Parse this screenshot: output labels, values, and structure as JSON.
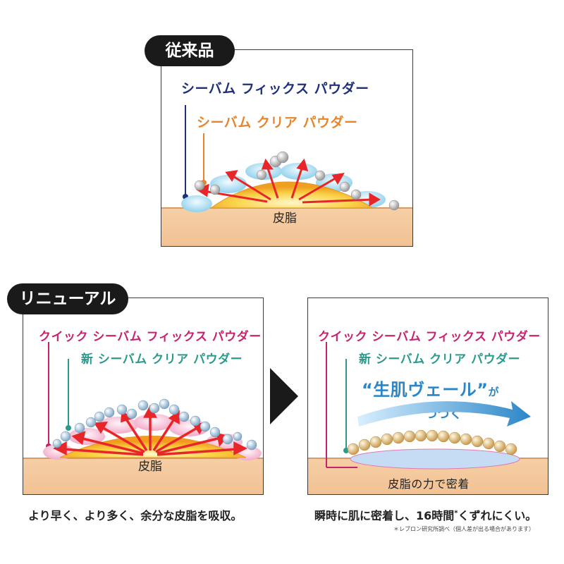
{
  "panel_old": {
    "badge": "従来品",
    "label_navy": "シーバム フィックス パウダー",
    "label_orange": "シーバム クリア パウダー",
    "sebum": "皮脂"
  },
  "panel_renew": {
    "badge": "リニューアル",
    "label_pink": "クイック シーバム フィックス パウダー",
    "label_teal": "新 シーバム クリア パウダー",
    "sebum": "皮脂"
  },
  "panel_result": {
    "label_pink": "クイック シーバム フィックス パウダー",
    "label_teal": "新 シーバム クリア パウダー",
    "veil_main": "“生肌ヴェール”",
    "veil_ga": "が",
    "veil_sub": "つづく",
    "bottom": "皮脂の力で密着"
  },
  "captions": {
    "left": "より早く、より多く、余分な皮脂を吸収。",
    "right_a": "瞬時に肌に密着し、16時間",
    "right_star": "*",
    "right_b": "くずれにくい。",
    "note": "＊レブロン研究所調べ（個人差が出る場合があります）"
  },
  "colors": {
    "navy": "#1f2f7a",
    "orange": "#e8852a",
    "pink": "#c8216e",
    "teal": "#2a9a8a",
    "arrow_red": "#e8262a",
    "veil_blue": "#2b86c8"
  }
}
